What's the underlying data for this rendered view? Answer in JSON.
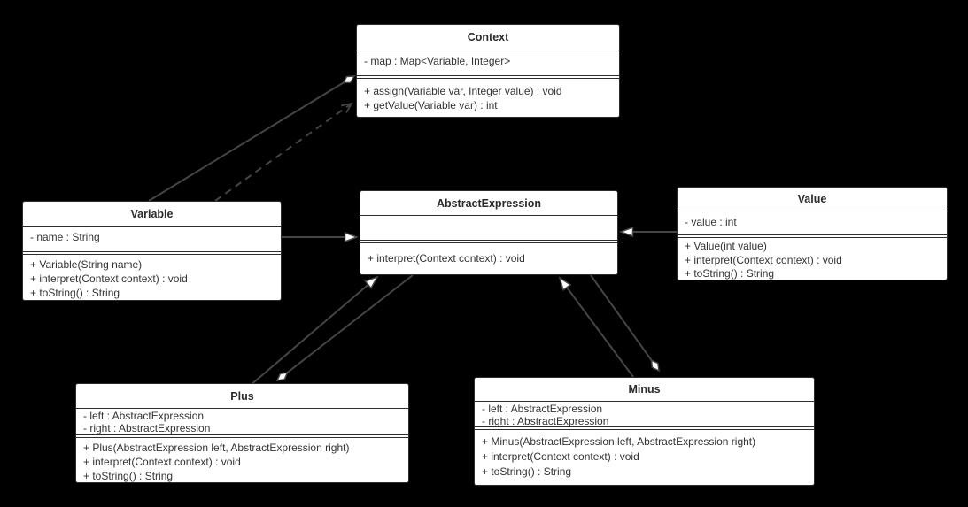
{
  "diagram": {
    "title": "Interpreter pattern UML class diagram",
    "background_color": "#000000",
    "box_fill_color": "#ffffff",
    "line_color": "#454545",
    "text_color": "#333333"
  },
  "classes": [
    {
      "name": "Context",
      "attributes": [
        "- map : Map<Variable, Integer>"
      ],
      "methods": [
        "+ assign(Variable var, Integer value) : void",
        "+ getValue(Variable var) : int"
      ]
    },
    {
      "name": "Variable",
      "attributes": [
        "- name : String"
      ],
      "methods": [
        "+ Variable(String name)",
        "+ interpret(Context context) : void",
        "+ toString() : String"
      ]
    },
    {
      "name": "AbstractExpression",
      "attributes": [],
      "methods": [
        "+ interpret(Context context) : void"
      ]
    },
    {
      "name": "Value",
      "attributes": [
        "- value : int"
      ],
      "methods": [
        "+ Value(int value)",
        "+ interpret(Context context) : void",
        "+ toString() : String"
      ]
    },
    {
      "name": "Plus",
      "attributes": [
        "- left : AbstractExpression",
        "- right : AbstractExpression"
      ],
      "methods": [
        "+ Plus(AbstractExpression left, AbstractExpression right)",
        "+ interpret(Context context) : void",
        "+ toString() : String"
      ]
    },
    {
      "name": "Minus",
      "attributes": [
        "- left : AbstractExpression",
        "- right : AbstractExpression"
      ],
      "methods": [
        "+ Minus(AbstractExpression left, AbstractExpression right)",
        "+ interpret(Context context) : void",
        "+ toString() : String"
      ]
    }
  ],
  "relationships": [
    {
      "from": "Variable",
      "to": "Context",
      "type": "aggregation",
      "diamond_at": "Context"
    },
    {
      "from": "Variable",
      "to": "Context",
      "type": "dependency"
    },
    {
      "from": "Variable",
      "to": "AbstractExpression",
      "type": "generalization"
    },
    {
      "from": "Value",
      "to": "AbstractExpression",
      "type": "generalization"
    },
    {
      "from": "Plus",
      "to": "AbstractExpression",
      "type": "generalization"
    },
    {
      "from": "Plus",
      "to": "AbstractExpression",
      "type": "aggregation",
      "diamond_at": "Plus"
    },
    {
      "from": "Minus",
      "to": "AbstractExpression",
      "type": "generalization"
    },
    {
      "from": "Minus",
      "to": "AbstractExpression",
      "type": "aggregation",
      "diamond_at": "Minus"
    }
  ]
}
